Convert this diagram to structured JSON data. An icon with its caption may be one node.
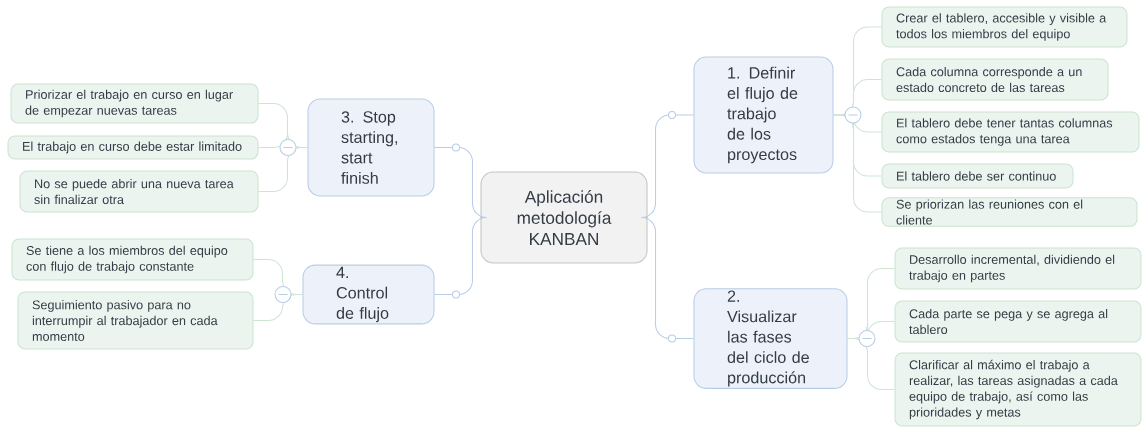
{
  "diagram": {
    "nodes": [
      {
        "text": [
          "Aplicación metodología KANBAN"
        ]
      },
      {
        "text": [
          "1. Definir el flujo de trabajo de los proyectos"
        ]
      },
      {
        "text": [
          "Crear el tablero, accesible y visible a todos los miembros del equipo"
        ]
      },
      {
        "text": [
          "Cada columna corresponde a un estado concreto de las tareas"
        ]
      },
      {
        "text": [
          "El tablero debe tener tantas columnas como estados tenga una tarea"
        ]
      },
      {
        "text": [
          "El tablero debe ser continuo"
        ]
      },
      {
        "text": [
          "Se priorizan las reuniones con el cliente"
        ]
      },
      {
        "text": [
          "2. Visualizar las fases del ciclo de producción"
        ]
      },
      {
        "text": [
          "Desarrollo incremental, dividiendo el trabajo en partes"
        ]
      },
      {
        "text": [
          "Cada parte se pega y se agrega al tablero"
        ]
      },
      {
        "text": [
          "Clarificar al máximo el trabajo a realizar, las tareas asignadas a cada equipo de trabajo, así como las prioridades y metas"
        ]
      },
      {
        "text": [
          "3. Stop starting, start finish"
        ]
      },
      {
        "text": [
          "Priorizar el trabajo en curso en lugar de empezar nuevas tareas"
        ]
      },
      {
        "text": [
          "El trabajo en curso debe estar limitado"
        ]
      },
      {
        "text": [
          "No se puede abrir una nueva tarea sin finalizar otra"
        ]
      },
      {
        "text": [
          "4. Control de flujo"
        ]
      },
      {
        "text": [
          "Se tiene a los miembros del equipo con flujo de trabajo constante"
        ]
      },
      {
        "text": [
          "Seguimiento pasivo para no interrumpir al trabajador en cada momento"
        ]
      }
    ],
    "edges": [
      {
        "from": 0,
        "to": 1,
        "arrow": "none",
        "color": "#b9cde8"
      },
      {
        "from": 1,
        "to": 2,
        "arrow": "none"
      },
      {
        "from": 1,
        "to": 3,
        "arrow": "none"
      },
      {
        "from": 1,
        "to": 4,
        "arrow": "none"
      },
      {
        "from": 1,
        "to": 5,
        "arrow": "none"
      },
      {
        "from": 1,
        "to": 6,
        "arrow": "none"
      },
      {
        "from": 0,
        "to": 7,
        "arrow": "none",
        "color": "#b9cde8"
      },
      {
        "from": 7,
        "to": 8,
        "arrow": "none"
      },
      {
        "from": 7,
        "to": 9,
        "arrow": "none"
      },
      {
        "from": 7,
        "to": 10,
        "arrow": "none"
      },
      {
        "from": 0,
        "to": 11,
        "arrow": "none",
        "color": "#b9cde8"
      },
      {
        "from": 11,
        "to": 12,
        "arrow": "none"
      },
      {
        "from": 11,
        "to": 13,
        "arrow": "none"
      },
      {
        "from": 11,
        "to": 14,
        "arrow": "none"
      },
      {
        "from": 0,
        "to": 15,
        "arrow": "none",
        "color": "#b9cde8"
      },
      {
        "from": 15,
        "to": 16,
        "arrow": "none"
      },
      {
        "from": 15,
        "to": 17,
        "arrow": "none"
      }
    ]
  }
}
